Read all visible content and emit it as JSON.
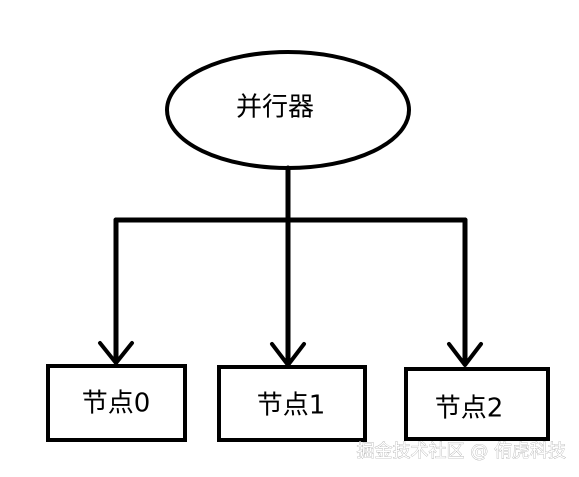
{
  "root": {
    "label": "并行器"
  },
  "nodes": [
    {
      "label": "节点0"
    },
    {
      "label": "节点1"
    },
    {
      "label": "节点2"
    }
  ],
  "watermark": {
    "text": "掘金技术社区 @ 侑虎科技"
  },
  "colors": {
    "stroke": "#000000",
    "background": "#ffffff"
  }
}
